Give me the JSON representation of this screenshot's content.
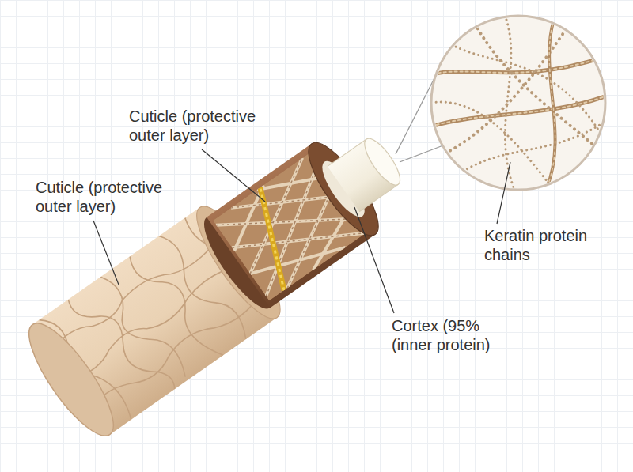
{
  "diagram": {
    "labels": [
      "Cuticle (protective outer layer)",
      "Cuticle (protective outer layer)",
      "Keratin protein chains",
      "Cortex (95% (inner protein)"
    ]
  }
}
